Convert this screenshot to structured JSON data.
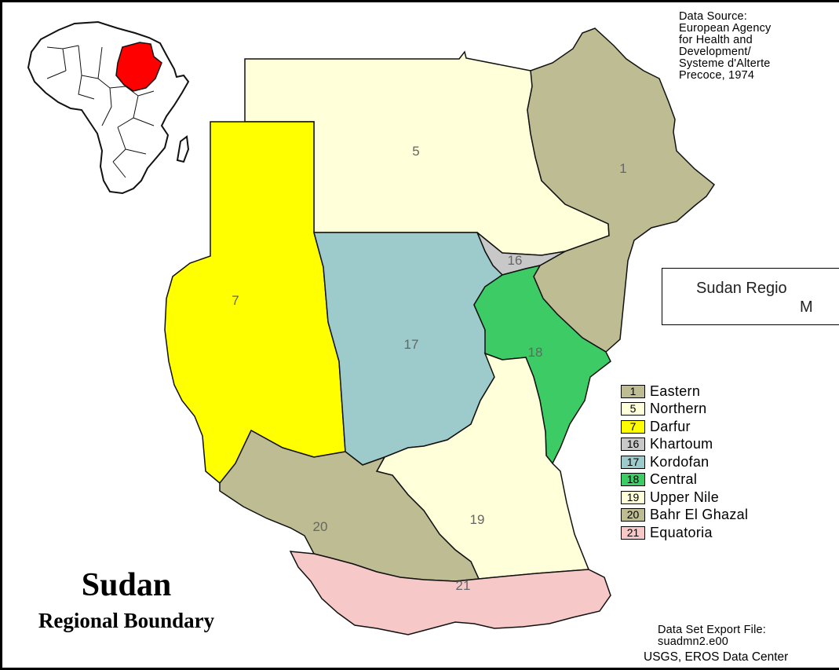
{
  "data_source": "Data Source:\nEuropean Agency\nfor Health and\nDevelopment/\nSysteme d'Alterte\nPrecoce, 1974",
  "title_box": {
    "line1": "Sudan Regio",
    "line2": "M"
  },
  "legend": [
    {
      "code": "1",
      "name": "Eastern",
      "color": "#BEBC92"
    },
    {
      "code": "5",
      "name": "Northern",
      "color": "#FFFFD9"
    },
    {
      "code": "7",
      "name": "Darfur",
      "color": "#FFFF00"
    },
    {
      "code": "16",
      "name": "Khartoum",
      "color": "#C8C8C8"
    },
    {
      "code": "17",
      "name": "Kordofan",
      "color": "#9DCACA"
    },
    {
      "code": "18",
      "name": "Central",
      "color": "#3CCB64"
    },
    {
      "code": "19",
      "name": "Upper Nile",
      "color": "#FFFFD9"
    },
    {
      "code": "20",
      "name": "Bahr El Ghazal",
      "color": "#BEBC92"
    },
    {
      "code": "21",
      "name": "Equatoria",
      "color": "#F7C8C8"
    }
  ],
  "region_labels": {
    "r1": "1",
    "r5": "5",
    "r7": "7",
    "r16": "16",
    "r17": "17",
    "r18": "18",
    "r19": "19",
    "r20": "20",
    "r21": "21"
  },
  "main_title": {
    "title": "Sudan",
    "subtitle": "Regional Boundary"
  },
  "export_file": "Data Set Export File:\nsuadmn2.e00",
  "credit": "USGS, EROS Data Center",
  "inset_highlight_color": "#FF0000"
}
